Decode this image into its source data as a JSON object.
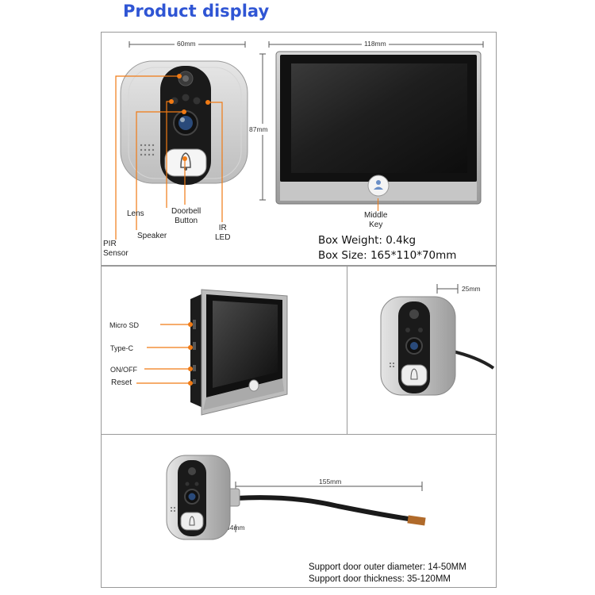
{
  "title": "Product display",
  "top_panel": {
    "dim_width_small": "60mm",
    "dim_width_large": "118mm",
    "dim_height": "87mm",
    "labels": {
      "lens": "Lens",
      "doorbell_button": "Doorbell\nButton",
      "ir_led": "IR\nLED",
      "pir_sensor": "PIR\nSensor",
      "speaker": "Speaker",
      "middle_key": "Middle\nKey"
    },
    "box_weight": "Box Weight: 0.4kg",
    "box_size": "Box Size: 165*110*70mm"
  },
  "side_panel": {
    "ports": [
      "Micro SD",
      "Type-C",
      "ON/OFF",
      "Reset"
    ]
  },
  "camera_panel": {
    "dim_depth": "25mm"
  },
  "cable_panel": {
    "dim_cable": "155mm",
    "dim_barrel": "34mm",
    "support_diameter": "Support door outer diameter: 14-50MM",
    "support_thickness": "Support door thickness: 35-120MM"
  },
  "colors": {
    "title": "#2f55d4",
    "callout": "#f07a14",
    "frame": "#999999"
  }
}
